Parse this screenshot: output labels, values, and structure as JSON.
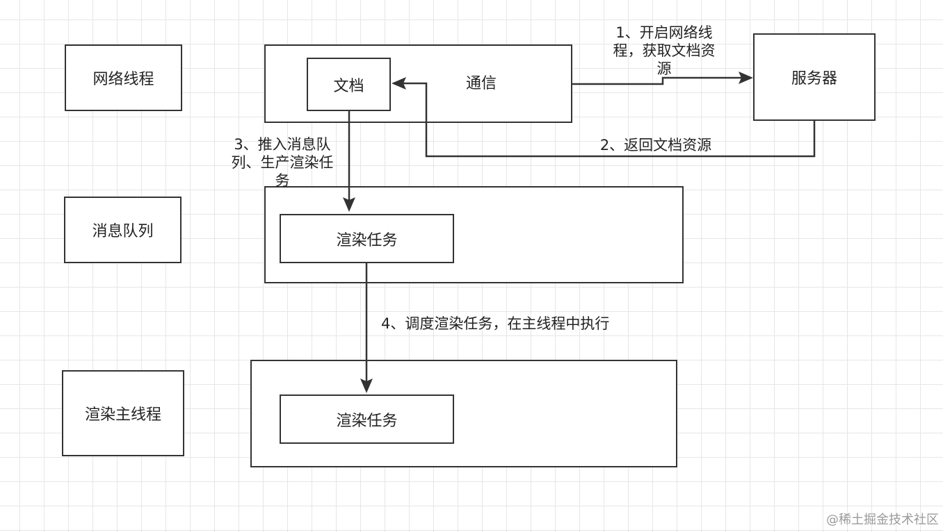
{
  "lanes": {
    "network": "网络线程",
    "queue": "消息队列",
    "render": "渲染主线程"
  },
  "nodes": {
    "document": "文档",
    "communication": "通信",
    "server": "服务器",
    "queue_task": "渲染任务",
    "main_task": "渲染任务"
  },
  "edges": {
    "step1": {
      "line1": "1、开启网络线",
      "line2": "程，获取文档资",
      "line3": "源"
    },
    "step2": "2、返回文档资源",
    "step3": {
      "line1": "3、推入消息队",
      "line2": "列、生产渲染任",
      "line3": "务"
    },
    "step4": "4、调度渲染任务，在主线程中执行"
  },
  "watermark": "@稀土掘金技术社区",
  "colors": {
    "stroke": "#333333",
    "grid": "#e6e6e6",
    "background": "#ffffff"
  }
}
